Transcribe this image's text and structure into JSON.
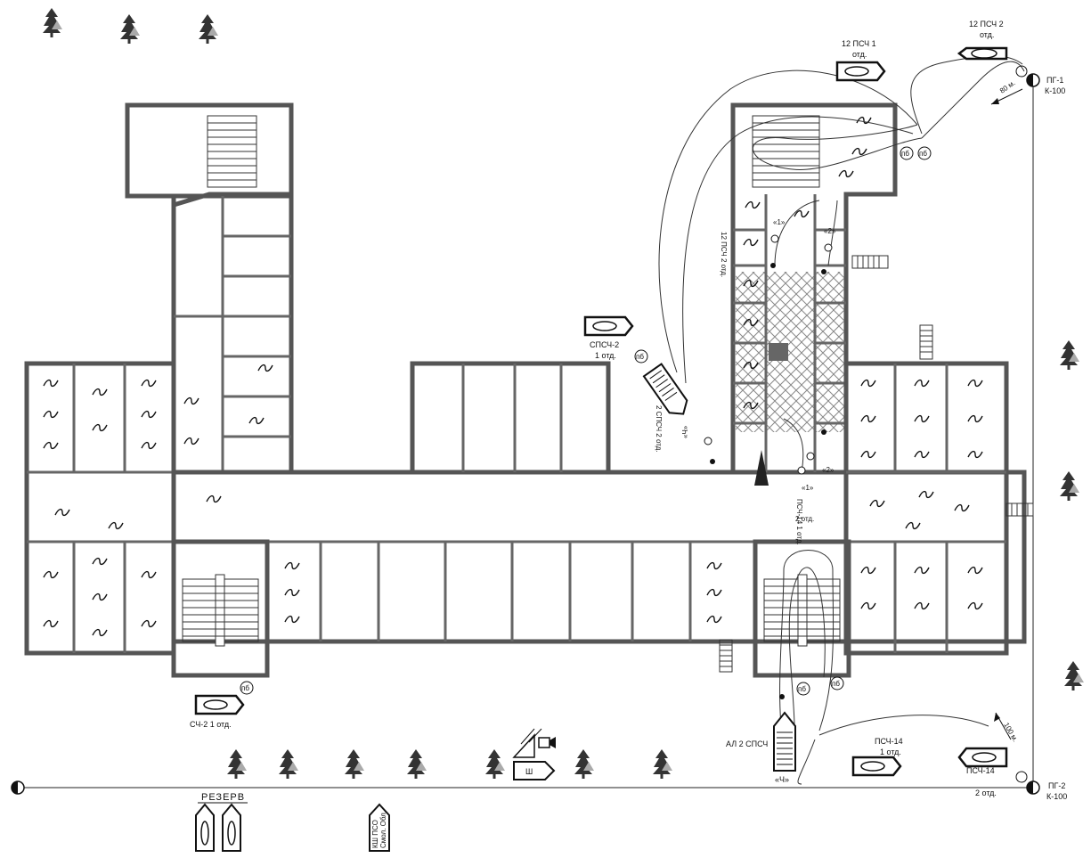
{
  "labels": {
    "psch12_1": "12 ПСЧ 1",
    "psch12_1_sub": "отд.",
    "psch12_2": "12 ПСЧ 2",
    "psch12_2_sub": "отд.",
    "pg1": "ПГ-1",
    "pg1_k": "К-100",
    "dist_80": "80 м.",
    "spsch2": "СПСЧ-2",
    "spsch2_sub": "1 отд.",
    "psch14": "ПСЧ-14",
    "psch14_sub": "1 отд.",
    "psch14_2": "ПСЧ-14",
    "psch14_2_sub": "2 отд.",
    "pg2": "ПГ-2",
    "pg2_k": "К-100",
    "dist_100": "100 м.",
    "al2": "АЛ 2 СПСЧ",
    "sch2": "СЧ-2  1 отд.",
    "reserve": "РЕЗЕРВ",
    "ksh": "КШ ПСО",
    "ksh_sub": "Смол. Обл.",
    "sh": "Ш",
    "pb": "пб",
    "ch": "«Ч»",
    "n1": "«1»",
    "n2": "«2»",
    "psch12_2_vert": "12 ПСЧ 2 отд.",
    "spsch2_vert": "2 СПСЧ 2 отд.",
    "psch14_vert": "ПСЧ-14 1 отд.",
    "otd2": "2 отд."
  }
}
